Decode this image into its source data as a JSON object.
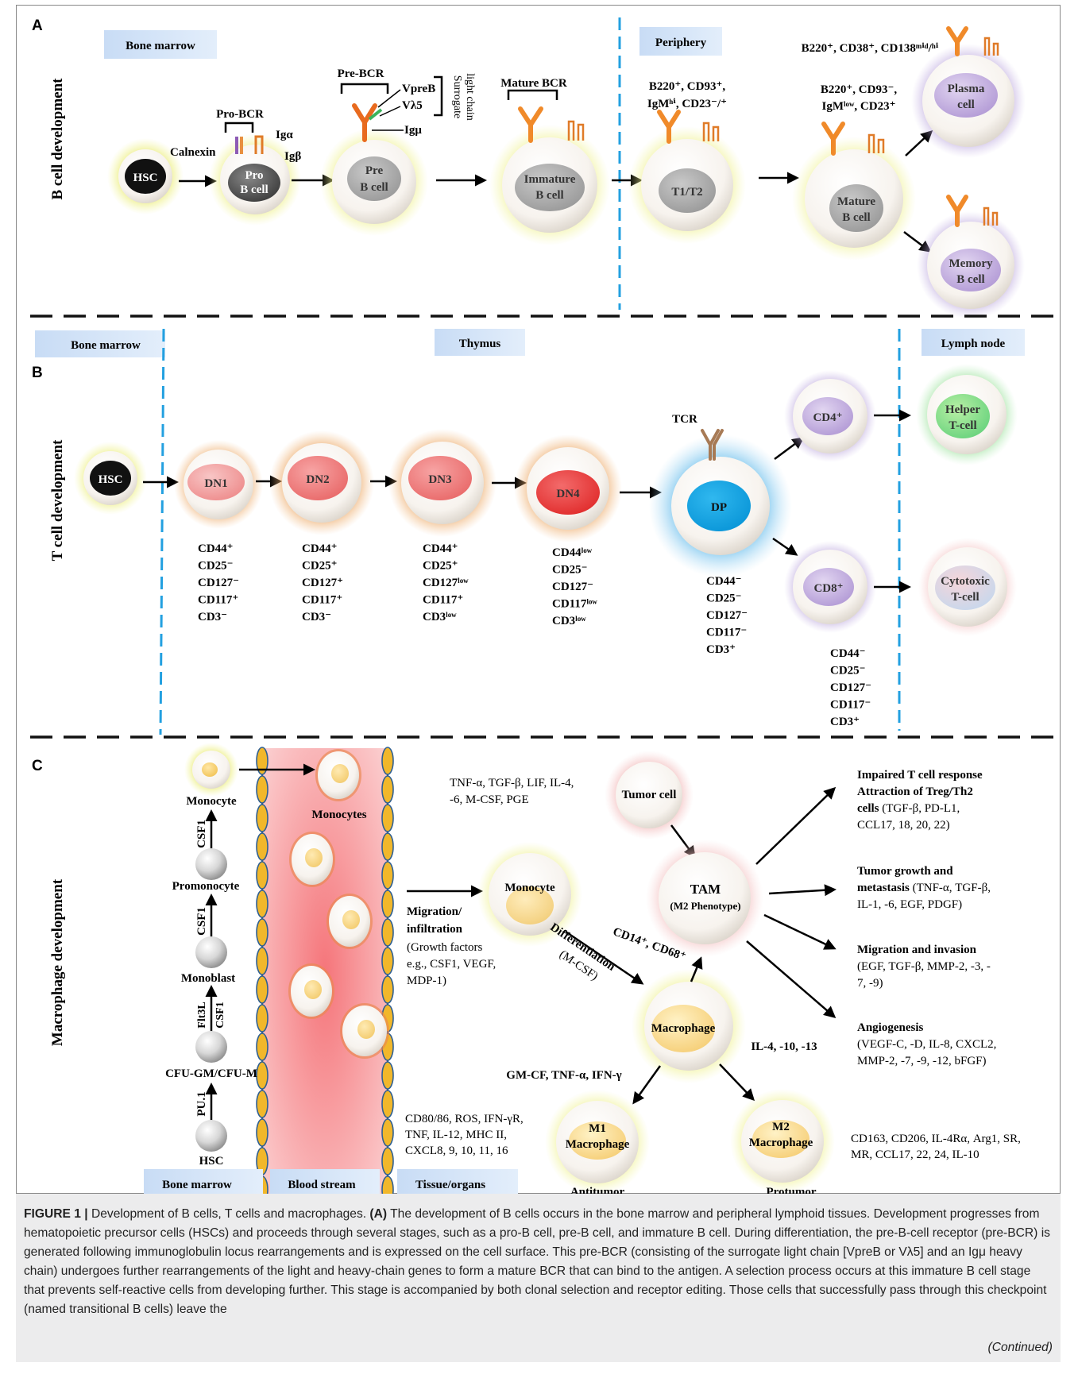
{
  "panel_a": {
    "letter": "A",
    "side_title": "B cell development",
    "region_bone_marrow": "Bone marrow",
    "region_periphery": "Periphery",
    "hsc": "HSC",
    "calnexin": "Calnexin",
    "pro_bcr": "Pro-BCR",
    "ig_alpha": "Igα",
    "ig_beta": "Igβ",
    "pro_b_line1": "Pro",
    "pro_b_line2": "B cell",
    "pre_bcr": "Pre-BCR",
    "vpreb": "VpreB",
    "vlambda5": "Vλ5",
    "igmu": "Igμ",
    "surrogate_line1": "Surrogate",
    "surrogate_line2": "light chain",
    "pre_b_line1": "Pre",
    "pre_b_line2": "B cell",
    "mature_bcr": "Mature BCR",
    "immature_line1": "Immature",
    "immature_line2": "B cell",
    "t1t2_marker_line1": "B220⁺, CD93⁺,",
    "t1t2_marker_line2": "IgMʰⁱ, CD23⁻/⁺",
    "t1t2": "T1/T2",
    "mature_marker_line1": "B220⁺, CD93⁻,",
    "mature_marker_line2": "IgMˡᵒʷ, CD23⁺",
    "mature_line1": "Mature",
    "mature_line2": "B cell",
    "plasma_marker": "B220⁺, CD38⁺, CD138ᵐⁱᵈ/ʰⁱ",
    "plasma_line1": "Plasma",
    "plasma_line2": "cell",
    "memory_line1": "Memory",
    "memory_line2": "B cell"
  },
  "panel_b": {
    "letter": "B",
    "side_title": "T cell development",
    "region_bone_marrow": "Bone marrow",
    "region_thymus": "Thymus",
    "region_lymph": "Lymph node",
    "hsc": "HSC",
    "dn1": "DN1",
    "dn2": "DN2",
    "dn3": "DN3",
    "dn4": "DN4",
    "tcr": "TCR",
    "dp": "DP",
    "cd4": "CD4⁺",
    "cd8": "CD8⁺",
    "helper_line1": "Helper",
    "helper_line2": "T-cell",
    "cytotoxic_line1": "Cytotoxic",
    "cytotoxic_line2": "T-cell",
    "markers_dn1": [
      "CD44⁺",
      "CD25⁻",
      "CD127⁻",
      "CD117⁺",
      "CD3⁻"
    ],
    "markers_dn2": [
      "CD44⁺",
      "CD25⁺",
      "CD127⁺",
      "CD117⁺",
      "CD3⁻"
    ],
    "markers_dn3": [
      "CD44⁺",
      "CD25⁺",
      "CD127ˡᵒʷ",
      "CD117⁺",
      "CD3ˡᵒʷ"
    ],
    "markers_dn4": [
      "CD44ˡᵒʷ",
      "CD25⁻",
      "CD127⁻",
      "CD117ˡᵒʷ",
      "CD3ˡᵒʷ"
    ],
    "markers_dp": [
      "CD44⁻",
      "CD25⁻",
      "CD127⁻",
      "CD117⁻",
      "CD3⁺"
    ],
    "markers_cd8": [
      "CD44⁻",
      "CD25⁻",
      "CD127⁻",
      "CD117⁻",
      "CD3⁺"
    ]
  },
  "panel_c": {
    "letter": "C",
    "side_title": "Macrophage development",
    "monocyte_top": "Monocyte",
    "csf1_a": "CSF1",
    "promonocyte": "Promonocyte",
    "csf1_b": "CSF1",
    "monoblast": "Monoblast",
    "flt3l": "Flt3L",
    "csf1_c": "CSF1",
    "cfu": "CFU-GM/CFU-M",
    "pu1": "PU.1",
    "hsc": "HSC",
    "monocytes": "Monocytes",
    "region_bone_marrow": "Bone marrow",
    "region_blood": "Blood stream",
    "region_tissue": "Tissue/organs",
    "migration_lines": [
      "Migration/",
      "infiltration"
    ],
    "growth_lines": [
      "(Growth factors",
      "e.g., CSF1, VEGF,",
      "MDP-1)"
    ],
    "monocyte_mid": "Monocyte",
    "differentiation": "Differentiation",
    "mcsf": "(M-CSF)",
    "cd14_cd68": "CD14⁺, CD68⁺",
    "macrophage": "Macrophage",
    "tumor_cell": "Tumor cell",
    "tumor_factors_line1": "TNF-α, TGF-β, LIF, IL-4,",
    "tumor_factors_line2": "-6, M-CSF, PGE",
    "tam_line1": "TAM",
    "tam_line2": "(M2 Phenotype)",
    "gmcf": "GM-CF, TNF-α, IFN-γ",
    "il4": "IL-4, -10, -13",
    "m1_line1": "M1",
    "m1_line2": "Macrophage",
    "m2_line1": "M2",
    "m2_line2": "Macrophage",
    "antitumor": "Antitumor",
    "protumor": "Protumor",
    "m1_markers": [
      "CD80/86, ROS, IFN-γR,",
      "TNF, IL-12, MHC II,",
      "CXCL8, 9, 10, 11, 16"
    ],
    "m2_markers": [
      "CD163, CD206, IL-4Rα, Arg1, SR,",
      "MR, CCL17, 22, 24, IL-10"
    ],
    "out1_bold": [
      "Impaired T cell response",
      "Attraction of Treg/Th2"
    ],
    "out1_mixed_bold": "cells",
    "out1_mixed_normal": " (TGF-β, PD-L1,",
    "out1_last": "CCL17, 18, 20, 22)",
    "out2_bold": "Tumor growth and",
    "out2_mixed_bold": "metastasis",
    "out2_mixed_normal": " (TNF-α, TGF-β,",
    "out2_last": "IL-1, -6, EGF, PDGF)",
    "out3_bold": "Migration and invasion",
    "out3_lines": [
      "(EGF, TGF-β, MMP-2, -3, -",
      "7, -9)"
    ],
    "out4_bold": "Angiogenesis",
    "out4_lines": [
      "(VEGF-C, -D, IL-8, CXCL2,",
      "MMP-2, -7, -9, -12, bFGF)"
    ]
  },
  "caption": {
    "lead": "FIGURE 1 |",
    "intro": " Development of B cells, T cells and macrophages. ",
    "a_label": "(A)",
    "body": " The development of B cells occurs in the bone marrow and peripheral lymphoid tissues. Development progresses from hematopoietic precursor cells (HSCs) and proceeds through several stages, such as a pro-B cell, pre-B cell, and immature B cell. During differentiation, the pre-B-cell receptor (pre-BCR) is generated following immunoglobulin locus rearrangements and is expressed on the cell surface. This pre-BCR (consisting of the surrogate light chain [VpreB or Vλ5] and an Igμ heavy chain) undergoes further rearrangements of the light and heavy-chain genes to form a mature BCR that can bind to the antigen. A selection process occurs at this immature B cell stage that prevents self-reactive cells from developing further. This stage is accompanied by both clonal selection and receptor editing. Those cells that successfully pass through this checkpoint (named transitional B cells) leave the",
    "continued": "(Continued)"
  }
}
